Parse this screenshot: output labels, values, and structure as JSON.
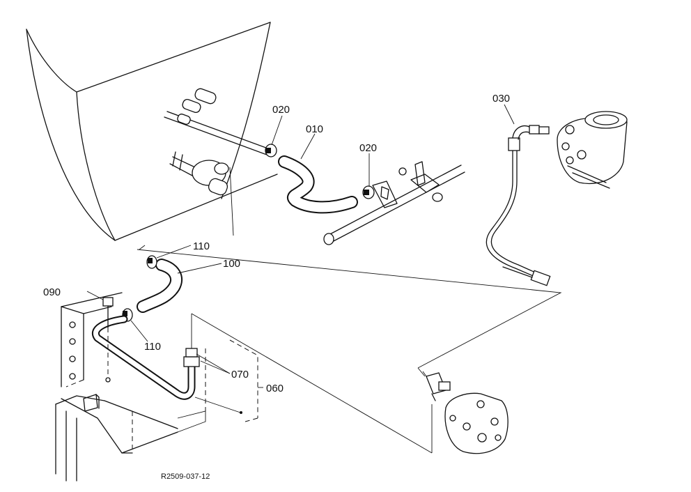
{
  "parts": {
    "p010": "010",
    "p020a": "020",
    "p020b": "020",
    "p030": "030",
    "p060": "060",
    "p070": "070",
    "p090": "090",
    "p100": "100",
    "p110a": "110",
    "p110b": "110"
  },
  "drawing_ref": "R2509-037-12"
}
